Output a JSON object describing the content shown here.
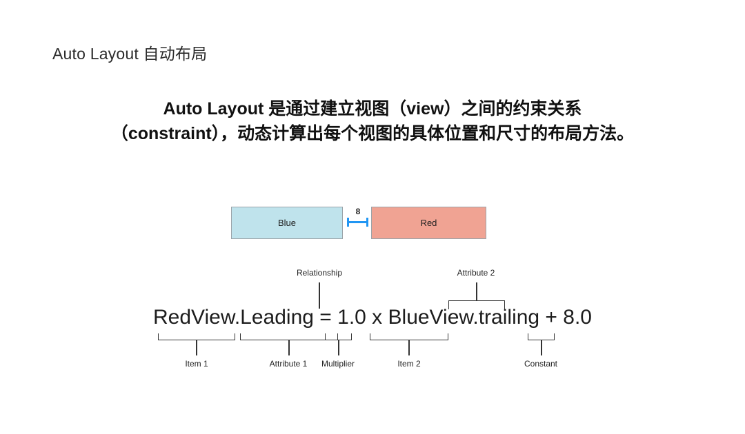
{
  "slide": {
    "title": "Auto Layout 自动布局",
    "lead_paragraph": "Auto Layout 是通过建立视图（view）之间的约束关系（constraint），动态计算出每个视图的具体位置和尺寸的布局方法。"
  },
  "diagram": {
    "blue_box_label": "Blue",
    "red_box_label": "Red",
    "spacing_value": "8",
    "colors": {
      "blue_fill": "#bfe3ec",
      "red_fill": "#f0a393",
      "box_border": "#9aa3a8",
      "dimension_line": "#2196f3",
      "annotation_line": "#333333"
    }
  },
  "equation": {
    "text": "RedView.Leading = 1.0 x BlueView.trailing + 8.0",
    "top_annotations": [
      {
        "label": "Relationship",
        "target": "="
      },
      {
        "label": "Attribute 2",
        "target": ".trailing"
      }
    ],
    "bottom_annotations": [
      {
        "label": "Item 1",
        "target": "RedView"
      },
      {
        "label": "Attribute 1",
        "target": ".Leading"
      },
      {
        "label": "Multiplier",
        "target": "1.0"
      },
      {
        "label": "Item 2",
        "target": "BlueView"
      },
      {
        "label": "Constant",
        "target": "8.0"
      }
    ]
  }
}
